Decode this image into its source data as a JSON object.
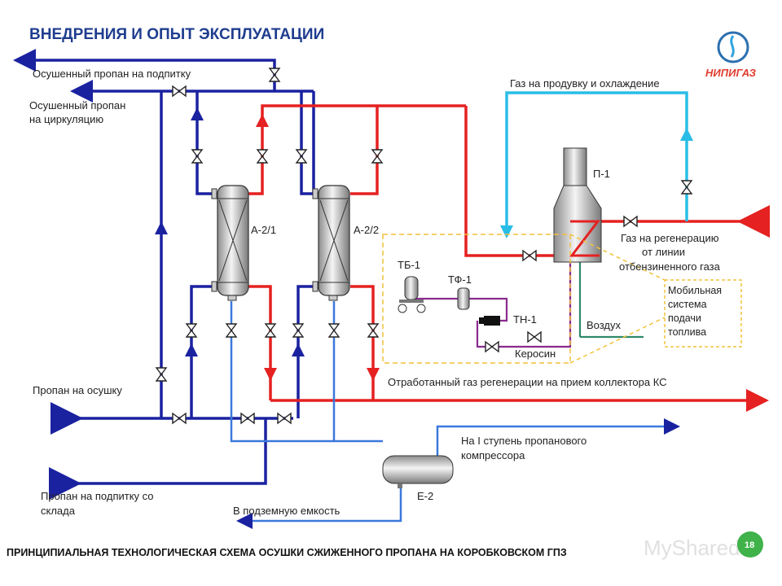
{
  "title": "ВНЕДРЕНИЯ И ОПЫТ ЭКСПЛУАТАЦИИ",
  "logo": {
    "text": "НИПИГАЗ",
    "icon": "nipigaz-flame-logo"
  },
  "footer": "ПРИНЦИПИАЛЬНАЯ ТЕХНОЛОГИЧЕСКАЯ СХЕМА ОСУШКИ СЖИЖЕННОГО ПРОПАНА НА КОРОБКОВСКОМ ГПЗ",
  "page_number": "18",
  "watermark": "MyShared",
  "colors": {
    "dried_propane": "#1a22a0",
    "hot_gas": "#e52121",
    "purge_gas": "#29bde6",
    "light_blue_line": "#3b78dc",
    "fuel_line": "#8a2b8f",
    "air_line": "#2e8a6a",
    "dashed_box": "#f2c23a"
  },
  "equipment": {
    "a21": "А-2/1",
    "a22": "А-2/2",
    "p1": "П-1",
    "tb1": "ТБ-1",
    "tf1": "ТФ-1",
    "tn1": "ТН-1",
    "e2": "Е-2"
  },
  "streams": {
    "dried_makeup": "Осушенный пропан на подпитку",
    "dried_circ_1": "Осушенный пропан",
    "dried_circ_2": "на циркуляцию",
    "purge": "Газ на  продувку и охлаждение",
    "regen_1": "Газ на регенерацию",
    "regen_2": "от линии",
    "regen_3": "отбензиненного газа",
    "mobile_1": "Мобильная",
    "mobile_2": "система",
    "mobile_3": "подачи",
    "mobile_4": "топлива",
    "air": "Воздух",
    "kerosene": "Керосин",
    "spent_gas": "Отработанный газ регенерации на прием  коллектора КС",
    "propane_to_dry": "Пропан на осушку",
    "compressor_1": "На I ступень пропанового",
    "compressor_2": "компрессора",
    "storage_1": "Пропан на подпитку со",
    "storage_2": "склада",
    "underground": "В подземную емкость"
  }
}
